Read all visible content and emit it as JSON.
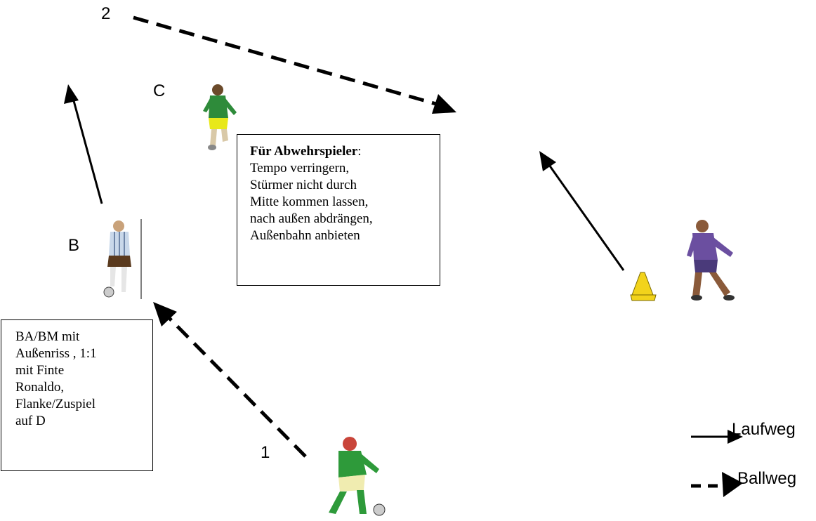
{
  "labels": {
    "pos_2": "2",
    "pos_c": "C",
    "pos_b": "B",
    "pos_1": "1"
  },
  "defender_box": {
    "heading": "Für Abwehrspieler",
    "heading_suffix": ":",
    "lines": [
      "Tempo verringern,",
      "Stürmer nicht durch",
      "Mitte kommen lassen,",
      "nach außen abdrängen,",
      "Außenbahn anbieten"
    ]
  },
  "drill_box": {
    "lines": [
      "BA/BM mit",
      "Außenriss ,  1:1",
      "mit Finte",
      "Ronaldo,",
      "Flanke/Zuspiel",
      "auf D"
    ]
  },
  "legend": {
    "run_label": "Laufweg",
    "ball_label": "Ballweg"
  },
  "players": [
    {
      "name": "player-c",
      "shirt": "#2e8b3a",
      "shorts": "#e8e81a"
    },
    {
      "name": "player-b",
      "shirt": "#c9d8ea",
      "shorts": "#5a3a1e"
    },
    {
      "name": "player-right",
      "shirt": "#6b4fa0",
      "shorts": "#4a3a7a"
    },
    {
      "name": "player-bottom",
      "shirt": "#2e9a3a",
      "shorts": "#f0ecb0"
    }
  ],
  "colors": {
    "line": "#000000",
    "cone": "#f2d31b"
  }
}
